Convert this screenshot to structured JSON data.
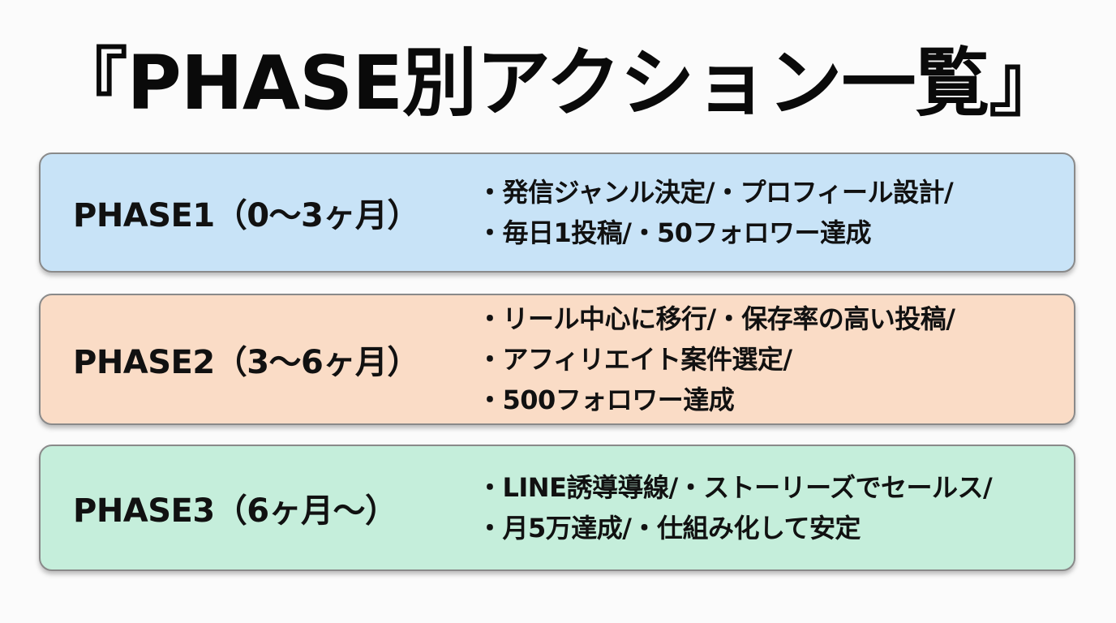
{
  "title": "『PHASE別アクション一覧』",
  "phases": [
    {
      "label": "PHASE1（0〜3ヶ月）",
      "color": "#c8e3f7",
      "lines": [
        "・発信ジャンル決定/・プロフィール設計/",
        "・毎日1投稿/・50フォロワー達成"
      ]
    },
    {
      "label": "PHASE2（3〜6ヶ月）",
      "color": "#fadcc6",
      "lines": [
        "・リール中心に移行/・保存率の高い投稿/",
        "・アフィリエイト案件選定/",
        "・500フォロワー達成"
      ]
    },
    {
      "label": "PHASE3（6ヶ月〜）",
      "color": "#c5eedb",
      "lines": [
        "・LINE誘導導線/・ストーリーズでセールス/",
        "・月5万達成/・仕組み化して安定"
      ]
    }
  ]
}
